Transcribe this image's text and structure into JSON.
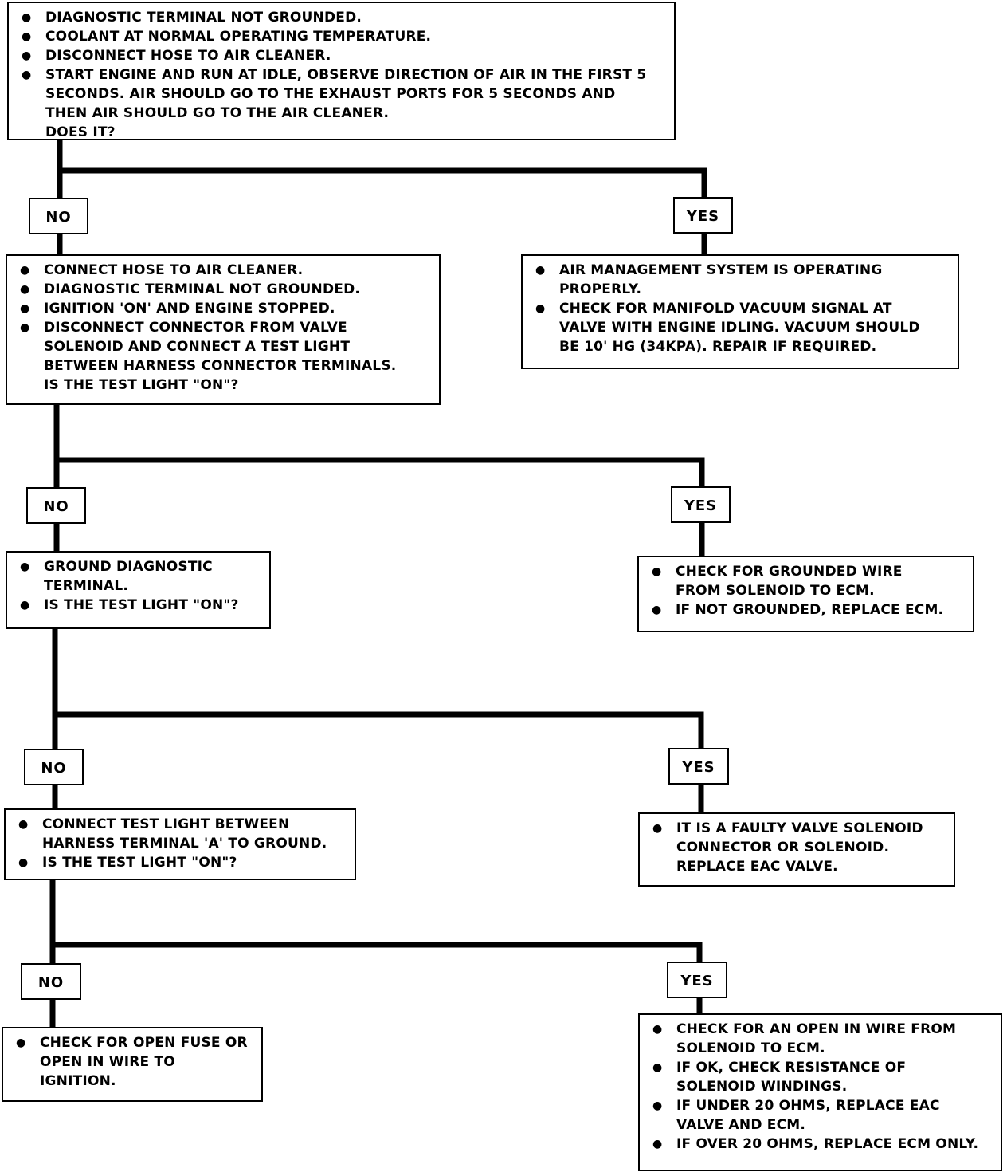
{
  "steps": {
    "start": {
      "items": [
        [
          "DIAGNOSTIC TERMINAL NOT GROUNDED."
        ],
        [
          "COOLANT AT NORMAL OPERATING TEMPERATURE."
        ],
        [
          "DISCONNECT HOSE TO AIR CLEANER."
        ],
        [
          "START ENGINE AND RUN AT IDLE, OBSERVE DIRECTION OF AIR IN THE FIRST 5",
          "SECONDS.  AIR SHOULD GO TO THE EXHAUST PORTS FOR 5 SECONDS AND",
          "THEN AIR SHOULD GO TO THE AIR CLEANER."
        ]
      ],
      "question": "DOES IT?"
    },
    "no1": {
      "items": [
        [
          "CONNECT HOSE TO AIR CLEANER."
        ],
        [
          "DIAGNOSTIC TERMINAL NOT GROUNDED."
        ],
        [
          "IGNITION 'ON' AND ENGINE STOPPED."
        ],
        [
          "DISCONNECT CONNECTOR FROM VALVE",
          "SOLENOID AND CONNECT A TEST LIGHT",
          "BETWEEN HARNESS CONNECTOR TERMINALS."
        ]
      ],
      "question": "IS THE TEST LIGHT \"ON\"?"
    },
    "yes1": {
      "items": [
        [
          "AIR MANAGEMENT SYSTEM IS OPERATING",
          "PROPERLY."
        ],
        [
          "CHECK FOR MANIFOLD VACUUM SIGNAL AT",
          "VALVE WITH ENGINE IDLING.  VACUUM SHOULD",
          "BE 10' HG (34KPA).  REPAIR IF REQUIRED."
        ]
      ]
    },
    "no2": {
      "items": [
        [
          "GROUND DIAGNOSTIC",
          "TERMINAL."
        ],
        [
          "IS THE TEST LIGHT \"ON\"?"
        ]
      ]
    },
    "yes2": {
      "items": [
        [
          "CHECK FOR GROUNDED WIRE",
          " FROM SOLENOID TO ECM."
        ],
        [
          "IF NOT GROUNDED, REPLACE ECM."
        ]
      ]
    },
    "no3": {
      "items": [
        [
          "CONNECT TEST LIGHT BETWEEN",
          "HARNESS TERMINAL 'A' TO GROUND."
        ],
        [
          "IS THE TEST LIGHT \"ON\"?"
        ]
      ]
    },
    "yes3": {
      "items": [
        [
          "IT IS A FAULTY VALVE SOLENOID",
          "CONNECTOR OR SOLENOID.",
          "REPLACE EAC VALVE."
        ]
      ]
    },
    "no4": {
      "items": [
        [
          "CHECK FOR OPEN FUSE OR",
          "OPEN IN WIRE TO",
          "IGNITION."
        ]
      ]
    },
    "yes4": {
      "items": [
        [
          "CHECK FOR AN OPEN IN WIRE FROM",
          "SOLENOID TO ECM."
        ],
        [
          "IF OK, CHECK RESISTANCE OF",
          "SOLENOID WINDINGS."
        ],
        [
          "IF UNDER 20 OHMS, REPLACE EAC",
          "VALVE AND ECM."
        ],
        [
          "IF OVER 20 OHMS, REPLACE ECM ONLY."
        ]
      ]
    }
  },
  "labels": {
    "no1": "NO",
    "yes1": "YES",
    "no2": "NO",
    "yes2": "YES",
    "no3": "NO",
    "yes3": "YES",
    "no4": "NO",
    "yes4": "YES"
  }
}
